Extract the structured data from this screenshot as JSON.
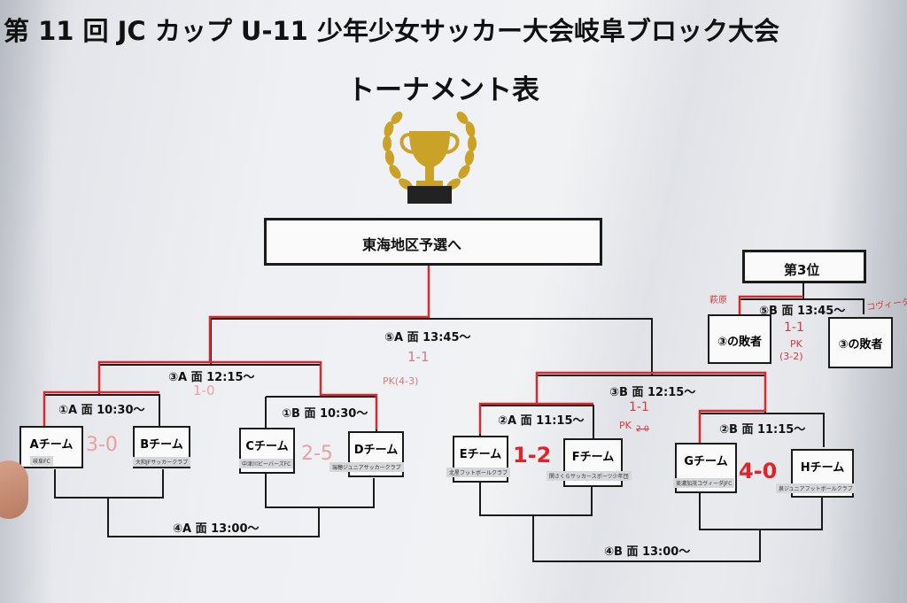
{
  "poster": {
    "title_line1": "第 11 回 JC カップ U-11 少年少女サッカー大会岐阜ブロック大会",
    "title_line2": "トーナメント表",
    "final_box": "東海地区予選へ",
    "third_place_box": "第3位"
  },
  "matches": {
    "a1": "①A 面 10:30〜",
    "b1": "①B 面 10:30〜",
    "a2": "②A 面 11:15〜",
    "b2": "②B 面 11:15〜",
    "a3": "③A 面 12:15〜",
    "b3": "③B 面 12:15〜",
    "a4": "④A 面 13:00〜",
    "b4": "④B 面 13:00〜",
    "a5": "⑤A 面 13:45〜",
    "b5": "⑤B 面 13:45〜"
  },
  "teams": [
    {
      "name": "Aチーム",
      "club": "岐阜FC"
    },
    {
      "name": "Bチーム",
      "club": "大和JFサッカークラブ"
    },
    {
      "name": "Cチーム",
      "club": "中津川ビーバーズFC"
    },
    {
      "name": "Dチーム",
      "club": "瑞穂ジュニアサッカークラブ"
    },
    {
      "name": "Eチーム",
      "club": "北星フットボールクラブ"
    },
    {
      "name": "Fチーム",
      "club": "関さくらサッカースポーツ少年団"
    },
    {
      "name": "Gチーム",
      "club": "美濃加茂コヴィーダJFC"
    },
    {
      "name": "Hチーム",
      "club": "泉ジュニアフットボールクラブ"
    }
  ],
  "losers": {
    "left": "③の敗者",
    "right": "③の敗者"
  },
  "scores": {
    "ab": "3-0",
    "cd": "2-5",
    "ef": "1-2",
    "gh": "4-0",
    "a3": "1-0",
    "a5": "1-1",
    "a5_pk": "PK(4-3)",
    "b2": "1-1",
    "b2_pk": "PK",
    "b2_pk_score": "2-0",
    "b5": "1-1",
    "b5_pk": "PK",
    "b5_pk_score": "(3-2)",
    "b5_left": "萩原",
    "b5_right": "コヴィーダ"
  }
}
